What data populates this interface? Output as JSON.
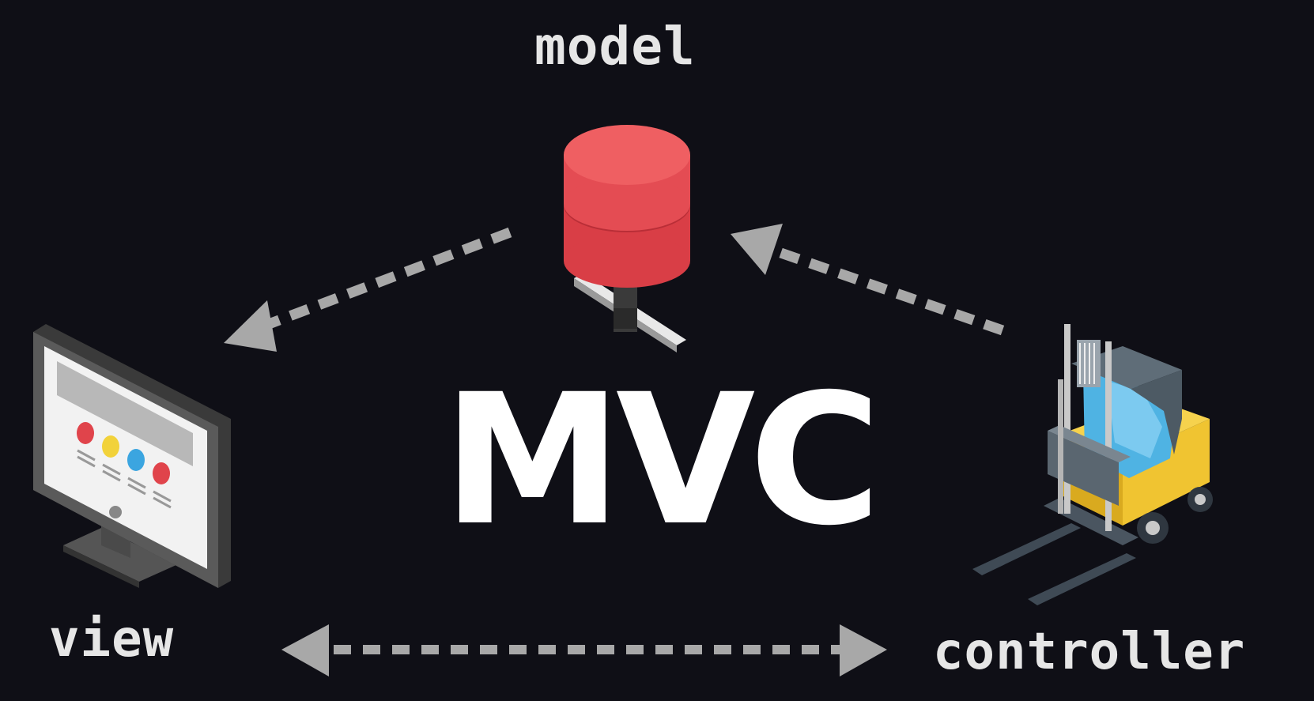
{
  "diagram": {
    "title": "MVC",
    "nodes": {
      "model": {
        "label": "model",
        "icon": "database-icon"
      },
      "view": {
        "label": "view",
        "icon": "monitor-icon"
      },
      "controller": {
        "label": "controller",
        "icon": "forklift-icon"
      }
    },
    "edges": [
      {
        "from": "model",
        "to": "view",
        "style": "dashed",
        "direction": "one-way"
      },
      {
        "from": "controller",
        "to": "model",
        "style": "dashed",
        "direction": "one-way"
      },
      {
        "from": "view",
        "to": "controller",
        "style": "dashed",
        "direction": "two-way"
      }
    ]
  },
  "colors": {
    "background": "#0f0f16",
    "text": "#e6e6e6",
    "title": "#ffffff",
    "arrow": "#a8a8a8",
    "database": "#e04a4f",
    "forklift": "#f0c431",
    "glass": "#4fb3e3"
  }
}
